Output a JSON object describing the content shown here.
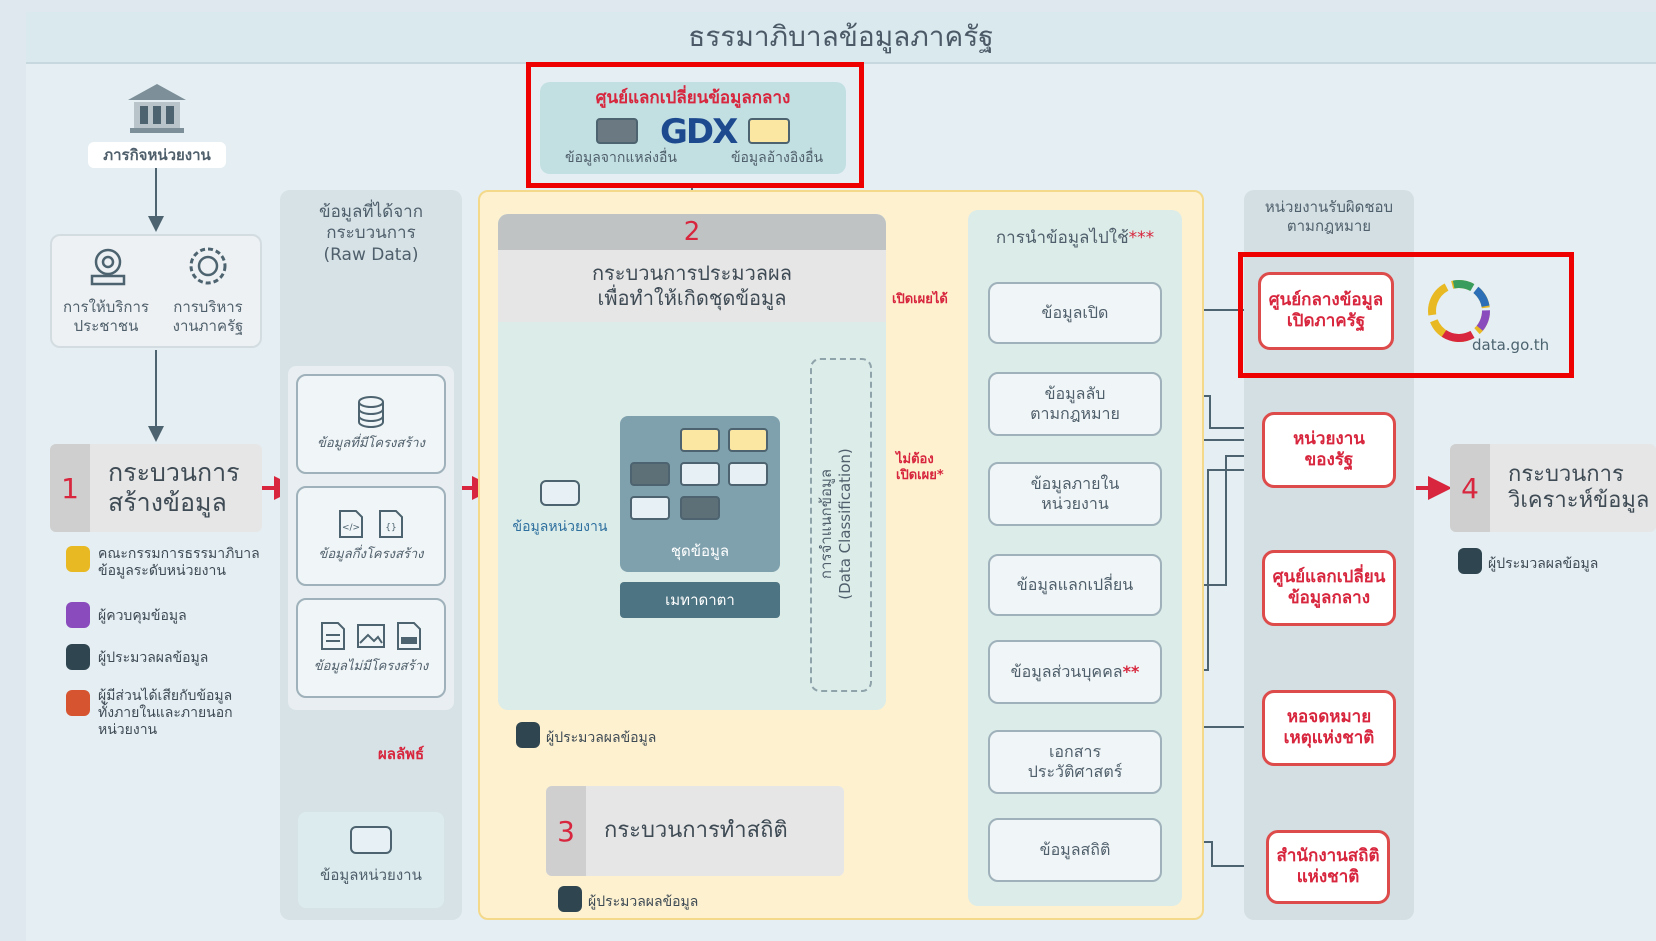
{
  "title": "ธรรมาภิบาลข้อมูลภาครัฐ",
  "left": {
    "mission_label": "ภารกิจหน่วยงาน",
    "service_public": "การให้บริการ\nประชาชน",
    "service_gov": "การบริหาร\nงานภาครัฐ",
    "step1_num": "1",
    "step1_label": "กระบวนการ\nสร้างข้อมูล",
    "people": [
      {
        "label": "คณะกรรมการธรรมาภิบาล\nข้อมูลระดับหน่วยงาน",
        "color": "#e8b923"
      },
      {
        "label": "ผู้ควบคุมข้อมูล",
        "color": "#8a4bbd"
      },
      {
        "label": "ผู้ประมวลผลข้อมูล",
        "color": "#2f4650"
      },
      {
        "label": "ผู้มีส่วนได้เสียกับข้อมูล\nทั้งภายในและภายนอก\nหน่วยงาน",
        "color": "#d6542f"
      }
    ]
  },
  "raw": {
    "title": "ข้อมูลที่ได้จาก\nกระบวนการ\n(Raw Data)",
    "structured": "ข้อมูลที่มีโครงสร้าง",
    "semi": "ข้อมูลกึ่งโครงสร้าง",
    "unstructured": "ข้อมูลไม่มีโครงสร้าง",
    "result_label": "ผลลัพธ์",
    "unit_data": "ข้อมูลหน่วยงาน"
  },
  "gdx": {
    "title": "ศูนย์แลกเปลี่ยนข้อมูลกลาง",
    "logo": "GDX",
    "left_label": "ข้อมูลจากแหล่งอื่น",
    "right_label": "ข้อมูลอ้างอิงอื่น"
  },
  "process": {
    "step2_num": "2",
    "step2_title": "กระบวนการประมวลผล\nเพื่อทำให้เกิดชุดข้อมูล",
    "unit_data": "ข้อมูลหน่วยงาน",
    "dataset": "ชุดข้อมูล",
    "metadata": "เมทาดาตา",
    "classification": "การจำแนกข้อมูล\n(Data Classification)",
    "processor": "ผู้ประมวลผลข้อมูล",
    "step3_num": "3",
    "step3_label": "กระบวนการทำสถิติ",
    "step3_processor": "ผู้ประมวลผลข้อมูล"
  },
  "usage": {
    "title": "การนำข้อมูลไปใช้",
    "title_mark": "***",
    "disclose": "เปิดเผยได้",
    "no_disclose": "ไม่ต้อง\nเปิดเผย*",
    "items": [
      {
        "label": "ข้อมูลเปิด",
        "mark": ""
      },
      {
        "label": "ข้อมูลลับ\nตามกฎหมาย",
        "mark": ""
      },
      {
        "label": "ข้อมูลภายใน\nหน่วยงาน",
        "mark": ""
      },
      {
        "label": "ข้อมูลแลกเปลี่ยน",
        "mark": ""
      },
      {
        "label": "ข้อมูลส่วนบุคคล",
        "mark": "**"
      },
      {
        "label": "เอกสาร\nประวัติศาสตร์",
        "mark": ""
      },
      {
        "label": "ข้อมูลสถิติ",
        "mark": ""
      }
    ]
  },
  "responsible": {
    "title": "หน่วยงานรับผิดชอบ\nตามกฎหมาย",
    "items": [
      "ศูนย์กลางข้อมูล\nเปิดภาครัฐ",
      "หน่วยงาน\nของรัฐ",
      "ศูนย์แลกเปลี่ยน\nข้อมูลกลาง",
      "หอจดหมาย\nเหตุแห่งชาติ",
      "สำนักงานสถิติ\nแห่งชาติ"
    ],
    "data_go_th": "data.go.th"
  },
  "step4": {
    "num": "4",
    "label": "กระบวนการ\nวิเคราะห์ข้อมูล",
    "processor": "ผู้ประมวลผลข้อมูล"
  }
}
